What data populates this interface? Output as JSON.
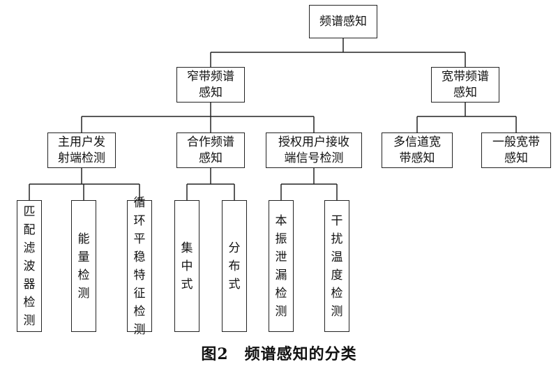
{
  "diagram": {
    "caption": "图2　频谱感知的分类",
    "root": "频谱感知",
    "narrowband": "窄带频谱感知",
    "wideband": "宽带频谱感知",
    "primary_tx": "主用户发射端检测",
    "cooperative": "合作频谱感知",
    "primary_rx": "授权用户接收端信号检测",
    "multichannel": "多信道宽带感知",
    "general_wide": "一般宽带感知",
    "matched_filter": "匹配滤波器检测",
    "energy": "能量检测",
    "cyclo": "循环平稳特征检测",
    "centralized": "集中式",
    "distributed": "分布式",
    "lo_leak": "本振泄漏检测",
    "interference_temp": "干扰温度检测"
  }
}
